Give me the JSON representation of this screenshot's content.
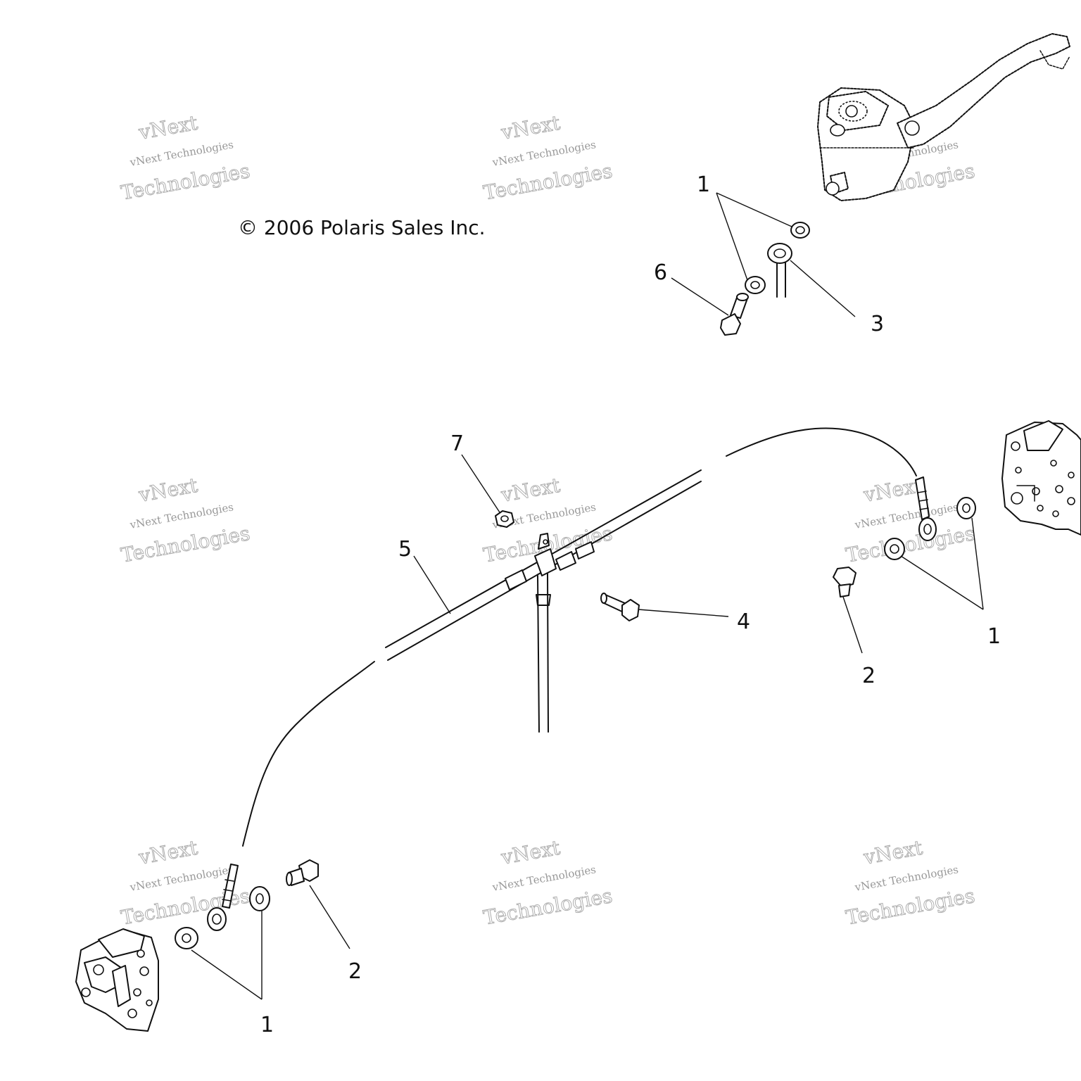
{
  "copyright": "© 2006 Polaris Sales Inc.",
  "watermark": {
    "line1": "vNext",
    "line2": "vNext Technologies",
    "line3": "Technologies"
  },
  "callouts": {
    "washer_top": "1",
    "bolt_top": "6",
    "hose_fitting_top": "3",
    "hose_nut": "7",
    "brake_line": "5",
    "bolt_mid": "4",
    "washers_right": "1",
    "bolt_right": "2",
    "bolt_left": "2",
    "washers_left": "1"
  }
}
